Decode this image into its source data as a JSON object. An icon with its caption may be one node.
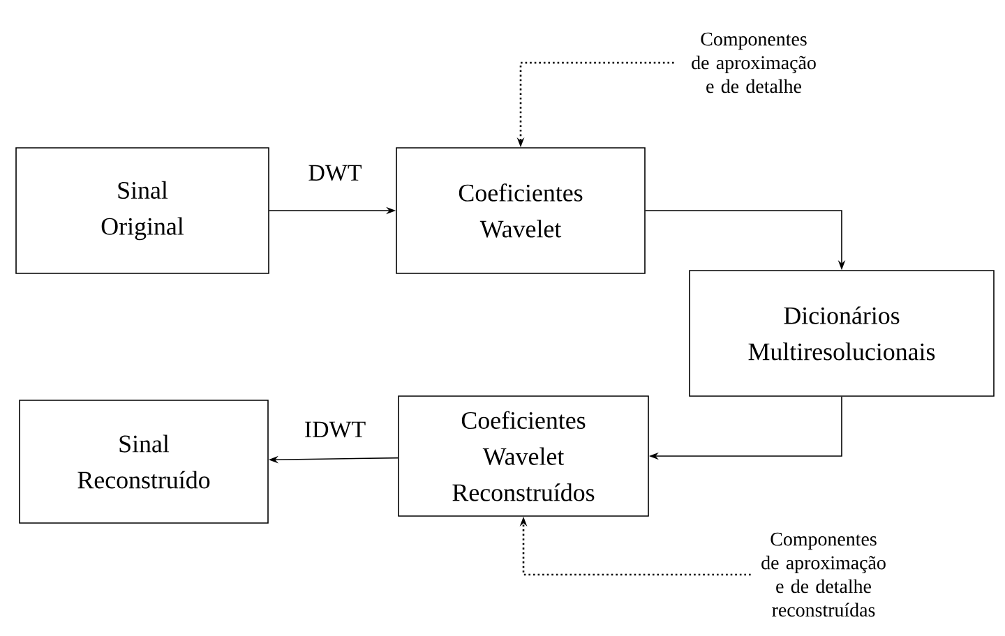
{
  "diagram": {
    "nodes": [
      {
        "text": [
          "Sinal Original"
        ]
      },
      {
        "text": [
          "Coeficientes Wavelet"
        ]
      },
      {
        "text": [
          "Dicionários Multiresolucionais"
        ]
      },
      {
        "text": [
          "Sinal Reconstruído"
        ]
      },
      {
        "text": [
          "Coeficientes Wavelet Reconstruídos"
        ]
      },
      {
        "text": [
          "Componentes de aproximação e de detalhe"
        ]
      },
      {
        "text": [
          "Componentes de aproximação e de detalhe reconstruídas"
        ]
      }
    ],
    "edges": [
      {
        "from": 0,
        "to": 1,
        "arrow": "to",
        "label": "DWT"
      },
      {
        "from": 1,
        "to": 2,
        "arrow": "to"
      },
      {
        "from": 2,
        "to": 4,
        "arrow": "to"
      },
      {
        "from": 4,
        "to": 3,
        "arrow": "to",
        "label": "IDWT"
      },
      {
        "from": 5,
        "to": 1,
        "arrow": "to",
        "style": "dashed"
      },
      {
        "from": 6,
        "to": 4,
        "arrow": "to",
        "style": "dashed"
      }
    ]
  }
}
